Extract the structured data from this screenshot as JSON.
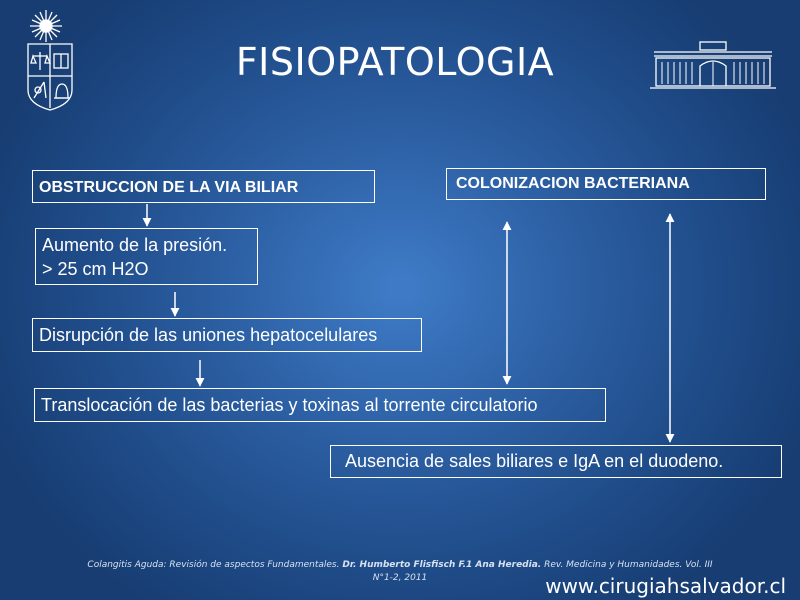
{
  "slide": {
    "title": "FISIOPATOLOGIA"
  },
  "diagram": {
    "boxes": {
      "obstruccion": "OBSTRUCCION DE LA VIA BILIAR",
      "colonizacion": "COLONIZACION BACTERIANA",
      "presion_line1": "Aumento de la presión.",
      "presion_line2": "> 25 cm H2O",
      "disrupcion": "Disrupción de las uniones hepatocelulares",
      "translocacion": "Translocación de las bacterias y toxinas al torrente circulatorio",
      "ausencia": "Ausencia de sales biliares e IgA en el duodeno."
    }
  },
  "footer": {
    "citation_part1": "Colangitis Aguda: Revisión de aspectos Fundamentales. ",
    "citation_authors": "Dr. Humberto Flisfisch F.1 Ana Heredia.",
    "citation_part2": " Rev. Medicina y Humanidades. Vol. III",
    "citation_line2": "N°1-2, 2011",
    "website": "www.cirugiahsalvador.cl"
  }
}
